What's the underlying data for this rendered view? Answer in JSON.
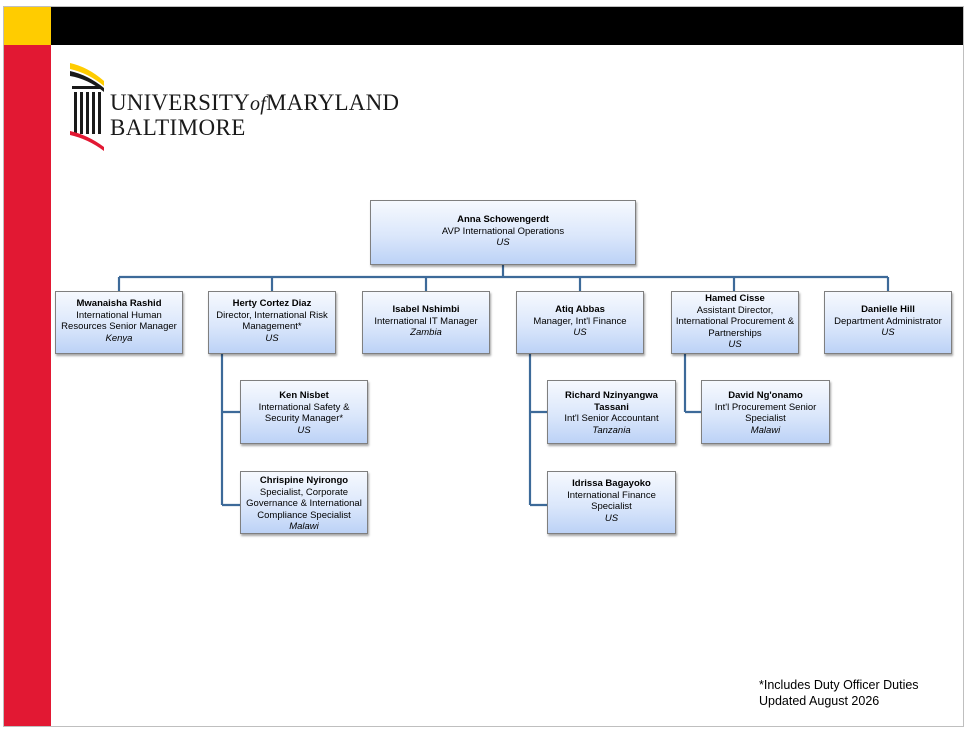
{
  "colors": {
    "umb_yellow": "#FFCC00",
    "umb_black": "#000000",
    "umb_red": "#E21833",
    "connector": "#3D6A99",
    "box_border": "#7F7F7F"
  },
  "logo": {
    "icon": "dome-building-icon",
    "line1_a": "UNIVERSITY",
    "line1_of": "of",
    "line1_b": "MARYLAND",
    "line2": "BALTIMORE"
  },
  "org_chart": {
    "root": {
      "name": "Anna Schowengerdt",
      "title": "AVP International Operations",
      "location": "US"
    },
    "reports": [
      {
        "name": "Mwanaisha Rashid",
        "title": "International Human Resources Senior Manager",
        "location": "Kenya"
      },
      {
        "name": "Herty Cortez Diaz",
        "title": "Director, International Risk Management*",
        "location": "US"
      },
      {
        "name": "Isabel Nshimbi",
        "title": "International IT Manager",
        "location": "Zambia"
      },
      {
        "name": "Atiq Abbas",
        "title": "Manager, Int'l Finance",
        "location": "US"
      },
      {
        "name": "Hamed Cisse",
        "title": "Assistant Director, International Procurement & Partnerships",
        "location": "US"
      },
      {
        "name": "Danielle Hill",
        "title": "Department Administrator",
        "location": "US"
      }
    ],
    "sub_reports": [
      {
        "name": "Ken Nisbet",
        "title": "International Safety & Security Manager*",
        "location": "US"
      },
      {
        "name": "Chrispine Nyirongo",
        "title": "Specialist, Corporate Governance & International Compliance Specialist",
        "location": "Malawi"
      },
      {
        "name": "Richard Nzinyangwa Tassani",
        "title": "Int'l Senior Accountant",
        "location": "Tanzania"
      },
      {
        "name": "Idrissa Bagayoko",
        "title": "International Finance Specialist",
        "location": "US"
      },
      {
        "name": "David Ng'onamo",
        "title": "Int'l Procurement Senior Specialist",
        "location": "Malawi"
      }
    ]
  },
  "footnote": {
    "line1": "*Includes Duty Officer Duties",
    "line2": "Updated August 2026"
  }
}
